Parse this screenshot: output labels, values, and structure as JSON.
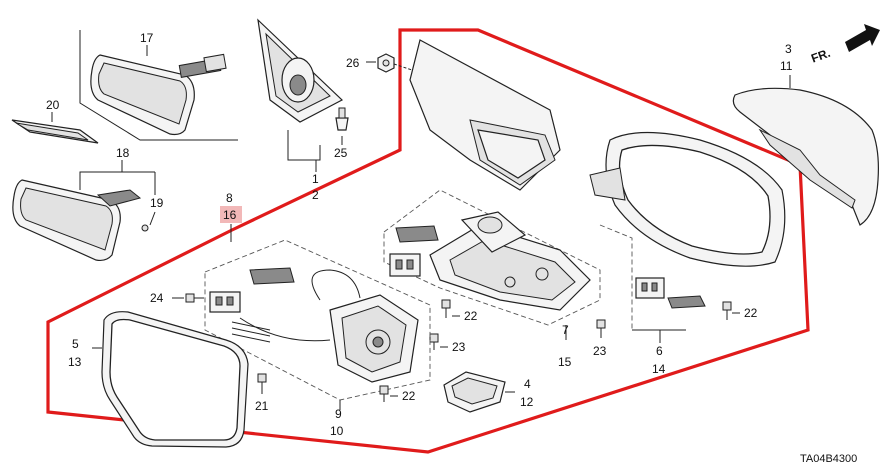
{
  "callouts": {
    "c17": "17",
    "c20": "20",
    "c18": "18",
    "c19": "19",
    "c1": "1",
    "c2": "2",
    "c25": "25",
    "c26": "26",
    "c3": "3",
    "c11": "11",
    "c8": "8",
    "c16": "16",
    "c24": "24",
    "c5": "5",
    "c13": "13",
    "c21": "21",
    "c9": "9",
    "c10": "10",
    "c22a": "22",
    "c22b": "22",
    "c22c": "22",
    "c23a": "23",
    "c23b": "23",
    "c7": "7",
    "c15": "15",
    "c4": "4",
    "c12": "12",
    "c6": "6",
    "c14": "14"
  },
  "direction_label": "FR.",
  "diagram_code": "TA04B4300",
  "colors": {
    "highlight_outline": "#e01b1b",
    "highlight_label_bg": "#f2b8b8",
    "line": "#222222"
  }
}
